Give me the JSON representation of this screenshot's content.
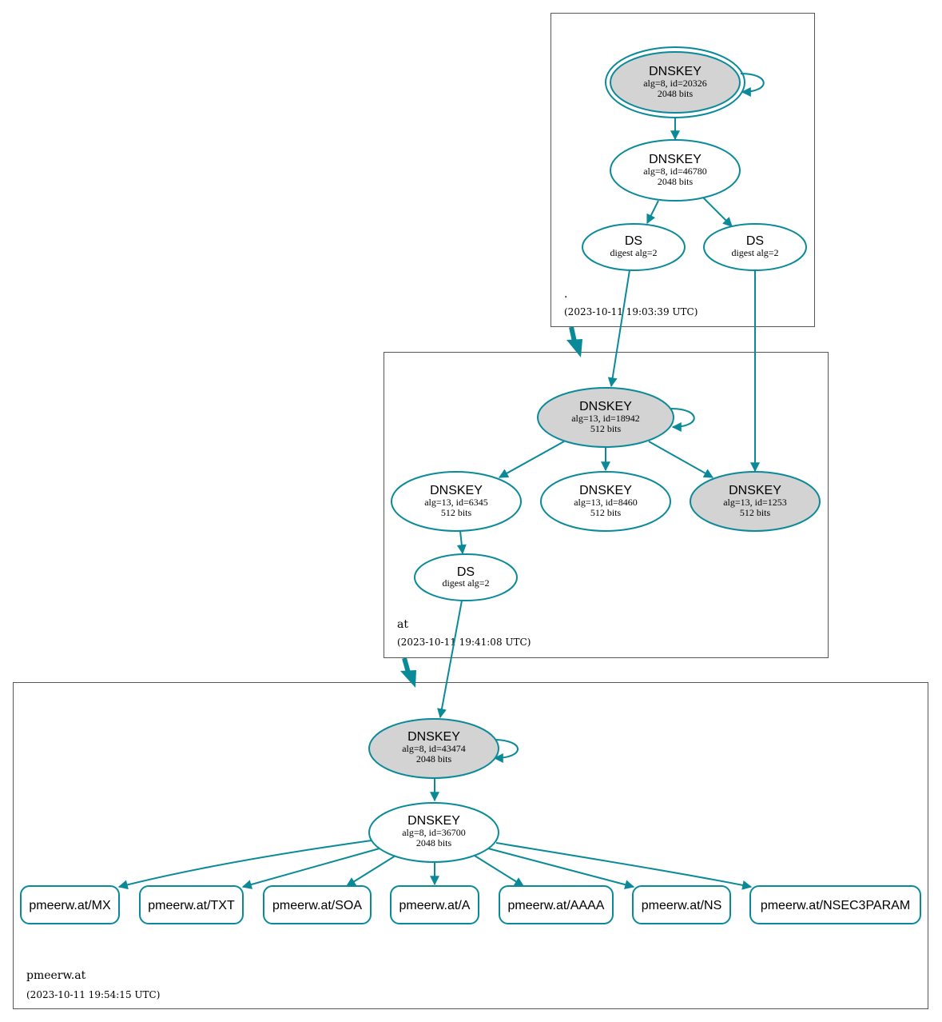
{
  "colors": {
    "accent": "#0a8a99",
    "filled": "#d3d3d3",
    "border": "#555555"
  },
  "zones": {
    "root": {
      "name": ".",
      "timestamp": "(2023-10-11 19:03:39 UTC)"
    },
    "at": {
      "name": "at",
      "timestamp": "(2023-10-11 19:41:08 UTC)"
    },
    "pmeerw": {
      "name": "pmeerw.at",
      "timestamp": "(2023-10-11 19:54:15 UTC)"
    }
  },
  "nodes": {
    "root_ksk": {
      "title": "DNSKEY",
      "sub1": "alg=8, id=20326",
      "sub2": "2048 bits"
    },
    "root_zsk": {
      "title": "DNSKEY",
      "sub1": "alg=8, id=46780",
      "sub2": "2048 bits"
    },
    "root_ds1": {
      "title": "DS",
      "sub1": "digest alg=2"
    },
    "root_ds2": {
      "title": "DS",
      "sub1": "digest alg=2"
    },
    "at_ksk": {
      "title": "DNSKEY",
      "sub1": "alg=13, id=18942",
      "sub2": "512 bits"
    },
    "at_k1": {
      "title": "DNSKEY",
      "sub1": "alg=13, id=6345",
      "sub2": "512 bits"
    },
    "at_k2": {
      "title": "DNSKEY",
      "sub1": "alg=13, id=8460",
      "sub2": "512 bits"
    },
    "at_k3": {
      "title": "DNSKEY",
      "sub1": "alg=13, id=1253",
      "sub2": "512 bits"
    },
    "at_ds": {
      "title": "DS",
      "sub1": "digest alg=2"
    },
    "pm_ksk": {
      "title": "DNSKEY",
      "sub1": "alg=8, id=43474",
      "sub2": "2048 bits"
    },
    "pm_zsk": {
      "title": "DNSKEY",
      "sub1": "alg=8, id=36700",
      "sub2": "2048 bits"
    }
  },
  "records": [
    "pmeerw.at/MX",
    "pmeerw.at/TXT",
    "pmeerw.at/SOA",
    "pmeerw.at/A",
    "pmeerw.at/AAAA",
    "pmeerw.at/NS",
    "pmeerw.at/NSEC3PARAM"
  ]
}
